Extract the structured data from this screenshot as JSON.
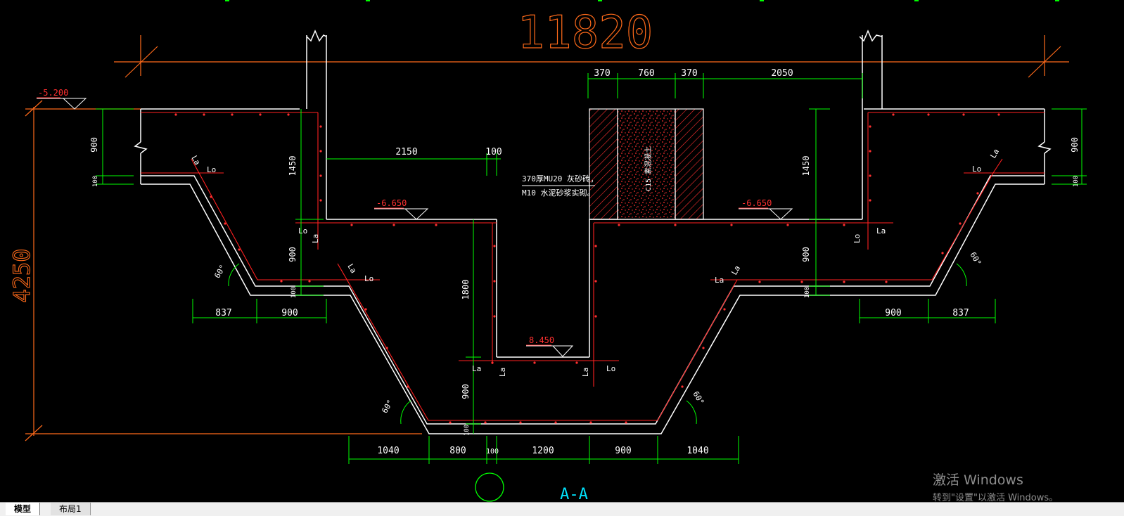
{
  "drawing": {
    "total_width": "11820",
    "total_height": "4250",
    "section_label": "A-A",
    "elevations": [
      "-5.200",
      "-6.650",
      "-6.650",
      "8.450"
    ],
    "top_dims": [
      "370",
      "760",
      "370",
      "2050"
    ],
    "mid_dims": [
      "2150",
      "100"
    ],
    "bottom_dims": [
      "1040",
      "800",
      "100",
      "1200",
      "900",
      "1040"
    ],
    "left_dims": [
      "837",
      "900"
    ],
    "right_dims": [
      "900",
      "837"
    ],
    "v_dims": {
      "left_900": "900",
      "left_100": "100",
      "right_900": "900",
      "right_100": "100",
      "inner_1450_left": "1450",
      "inner_900_left": "900",
      "inner_100_left": "100",
      "inner_1450_right": "1450",
      "inner_900_right": "900",
      "inner_100_right": "100",
      "center_1800": "1800",
      "center_900": "900",
      "center_100": "100"
    },
    "angles": [
      "60°",
      "60°",
      "60°",
      "60°"
    ],
    "anchor_labels": [
      "La",
      "Lo"
    ],
    "note_line1": "370厚MU20 灰砂砖,",
    "note_line2": "M10 水泥砂浆实砌。",
    "fill_label": "C15 素混凝土"
  },
  "tabs": [
    {
      "label": "模型",
      "active": true
    },
    {
      "label": "布局1",
      "active": false
    }
  ],
  "watermark": {
    "line1": "激活 Windows",
    "line2": "转到\"设置\"以激活 Windows。"
  },
  "colors": {
    "background": "#000000",
    "outline": "#ffffff",
    "rebar": "#ff2020",
    "dimension": "#00ff00",
    "overall_dimension": "#ff6a1a",
    "section": "#00e5ff"
  }
}
